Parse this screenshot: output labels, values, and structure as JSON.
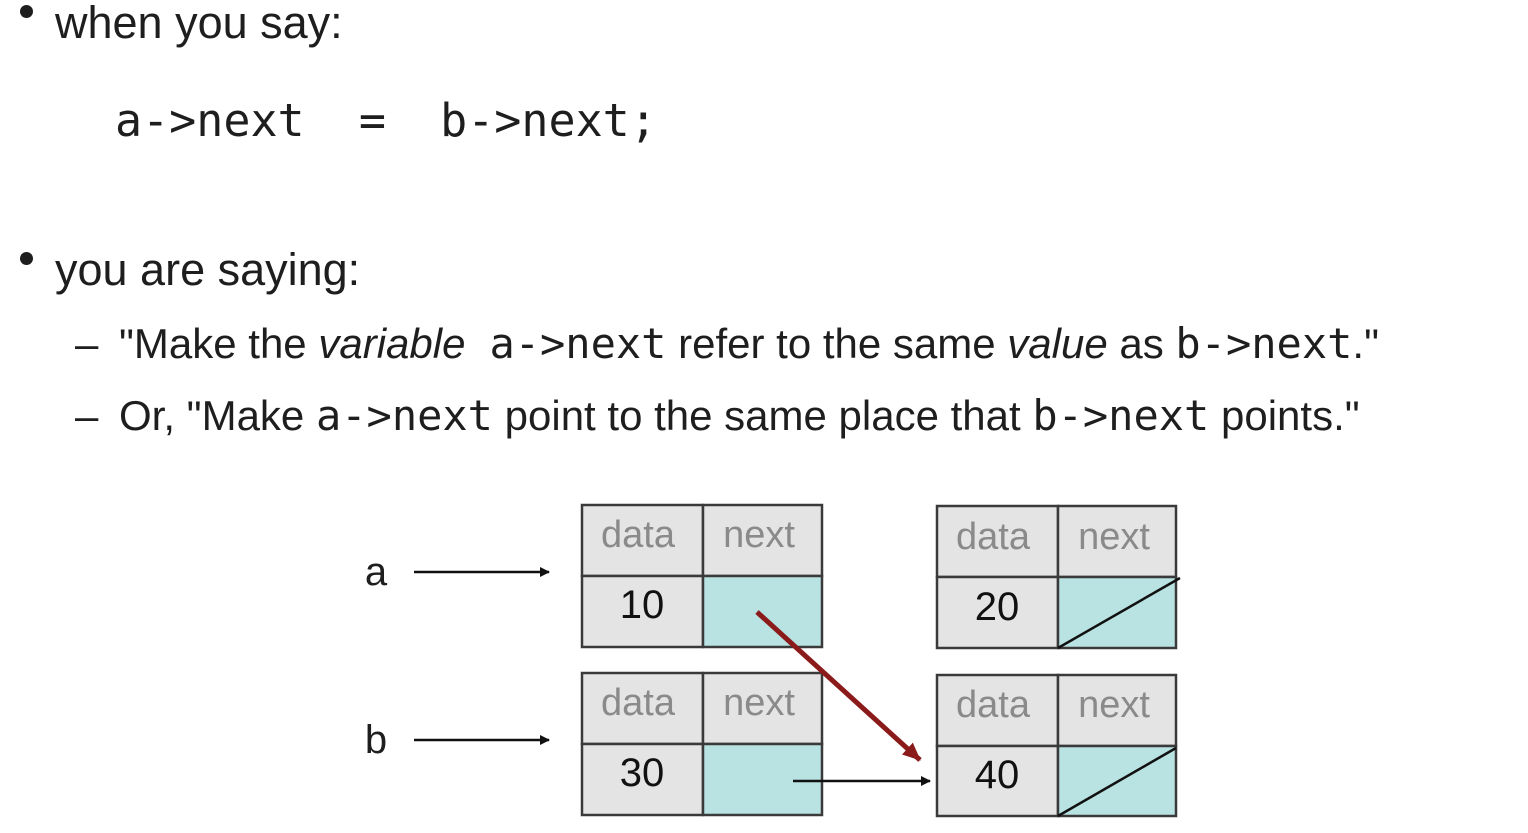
{
  "bullets": [
    {
      "text": "when you say:",
      "code": "a->next  =  b->next;"
    },
    {
      "text": "you are saying:",
      "sub": [
        {
          "dash": "–",
          "q_open": "\"Make the ",
          "em1": "variable",
          "code1": "a->next",
          "mid": " refer to the same ",
          "em2": "value",
          "mid2": " as ",
          "code2": "b->next",
          "q_close": ".\""
        },
        {
          "dash": "–",
          "pre": "Or, \"Make ",
          "code1": "a->next",
          "mid": " point to the same place that ",
          "code2": "b->next",
          "post": " points.\""
        }
      ]
    }
  ],
  "diagram": {
    "pointers": [
      {
        "label": "a"
      },
      {
        "label": "b"
      }
    ],
    "nodes": [
      {
        "header_data": "data",
        "header_next": "next",
        "value": "10",
        "next": "pointer"
      },
      {
        "header_data": "data",
        "header_next": "next",
        "value": "20",
        "next": "null"
      },
      {
        "header_data": "data",
        "header_next": "next",
        "value": "30",
        "next": "pointer"
      },
      {
        "header_data": "data",
        "header_next": "next",
        "value": "40",
        "next": "null"
      }
    ],
    "colors": {
      "header_bg": "#e4e4e4",
      "data_bg": "#e4e4e4",
      "next_bg": "#b9e2e2",
      "border": "#3a3a3a",
      "header_text": "#8a8a8a",
      "value_text": "#111111",
      "new_arrow": "#8b1a1a",
      "arrow": "#111111"
    }
  }
}
